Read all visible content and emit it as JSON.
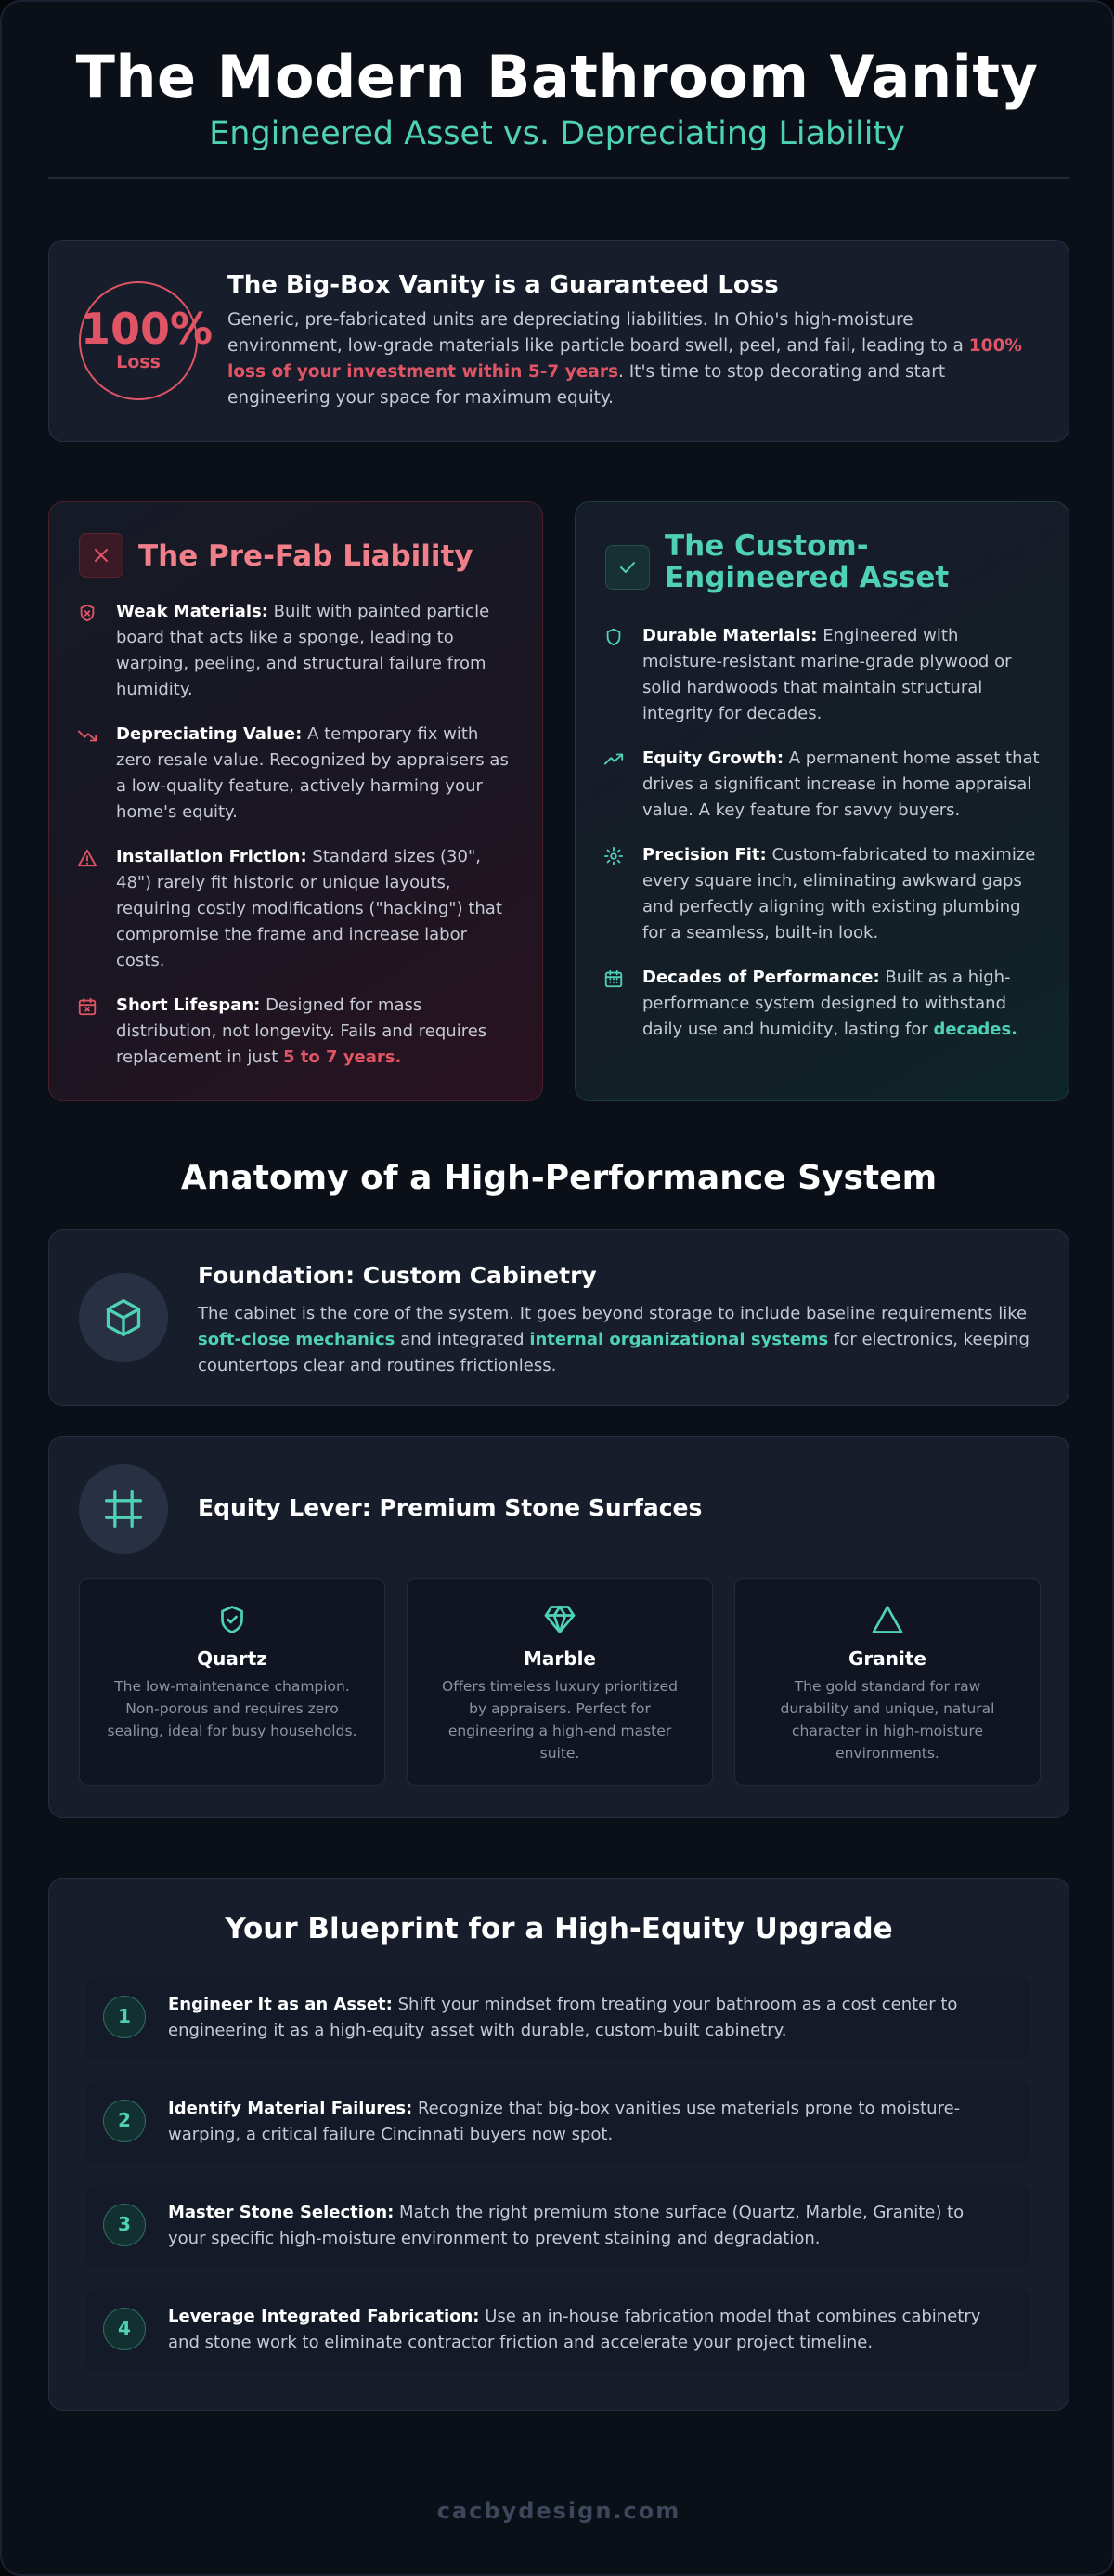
{
  "header": {
    "title": "The Modern Bathroom Vanity",
    "subtitle": "Engineered Asset vs. Depreciating Liability"
  },
  "loss": {
    "percent": "100%",
    "percent_label": "Loss",
    "title": "The Big-Box Vanity is a Guaranteed Loss",
    "text_a": "Generic, pre-fabricated units are depreciating liabilities. In Ohio's high-moisture environment, low-grade materials like particle board swell, peel, and fail, leading to a ",
    "text_highlight": "100% loss of your investment within 5-7 years",
    "text_b": ". It's time to stop decorating and start engineering your space for maximum equity."
  },
  "prefab": {
    "title": "The Pre-Fab Liability",
    "items": [
      {
        "icon": "shield-x-icon",
        "label": "Weak Materials:",
        "text": " Built with painted particle board that acts like a sponge, leading to warping, peeling, and structural failure from humidity.",
        "highlight": ""
      },
      {
        "icon": "trending-down-icon",
        "label": "Depreciating Value:",
        "text": " A temporary fix with zero resale value. Recognized by appraisers as a low-quality feature, actively harming your home's equity.",
        "highlight": ""
      },
      {
        "icon": "warning-triangle-icon",
        "label": "Installation Friction:",
        "text": " Standard sizes (30\", 48\") rarely fit historic or unique layouts, requiring costly modifications (\"hacking\") that compromise the frame and increase labor costs.",
        "highlight": ""
      },
      {
        "icon": "calendar-x-icon",
        "label": "Short Lifespan:",
        "text": " Designed for mass distribution, not longevity. Fails and requires replacement in just ",
        "highlight": "5 to 7 years."
      }
    ]
  },
  "custom": {
    "title": "The Custom-Engineered Asset",
    "items": [
      {
        "icon": "shield-icon",
        "label": "Durable Materials:",
        "text": " Engineered with moisture-resistant marine-grade plywood or solid hardwoods that maintain structural integrity for decades.",
        "highlight": ""
      },
      {
        "icon": "trending-up-icon",
        "label": "Equity Growth:",
        "text": " A permanent home asset that drives a significant increase in home appraisal value. A key feature for savvy buyers.",
        "highlight": ""
      },
      {
        "icon": "gear-icon",
        "label": "Precision Fit:",
        "text": " Custom-fabricated to maximize every square inch, eliminating awkward gaps and perfectly aligning with existing plumbing for a seamless, built-in look.",
        "highlight": ""
      },
      {
        "icon": "calendar-check-icon",
        "label": "Decades of Performance:",
        "text": " Built as a high-performance system designed to withstand daily use and humidity, lasting for ",
        "highlight": "decades."
      }
    ]
  },
  "anatomy": {
    "title": "Anatomy of a High-Performance System",
    "foundation": {
      "title": "Foundation: Custom Cabinetry",
      "text_a": "The cabinet is the core of the system. It goes beyond storage to include baseline requirements like ",
      "hl_1": "soft-close mechanics",
      "text_b": " and integrated ",
      "hl_2": "internal organizational systems",
      "text_c": " for electronics, keeping countertops clear and routines frictionless."
    },
    "stone": {
      "title": "Equity Lever: Premium Stone Surfaces",
      "options": [
        {
          "icon": "shield-check-icon",
          "name": "Quartz",
          "desc": "The low-maintenance champion. Non-porous and requires zero sealing, ideal for busy households."
        },
        {
          "icon": "gem-icon",
          "name": "Marble",
          "desc": "Offers timeless luxury prioritized by appraisers. Perfect for engineering a high-end master suite."
        },
        {
          "icon": "triangle-icon",
          "name": "Granite",
          "desc": "The gold standard for raw durability and unique, natural character in high-moisture environments."
        }
      ]
    }
  },
  "blueprint": {
    "title": "Your Blueprint for a High-Equity Upgrade",
    "steps": [
      {
        "num": "1",
        "label": "Engineer It as an Asset:",
        "text": " Shift your mindset from treating your bathroom as a cost center to engineering it as a high-equity asset with durable, custom-built cabinetry."
      },
      {
        "num": "2",
        "label": "Identify Material Failures:",
        "text": " Recognize that big-box vanities use materials prone to moisture-warping, a critical failure Cincinnati buyers now spot."
      },
      {
        "num": "3",
        "label": "Master Stone Selection:",
        "text": " Match the right premium stone surface (Quartz, Marble, Granite) to your specific high-moisture environment to prevent staining and degradation."
      },
      {
        "num": "4",
        "label": "Leverage Integrated Fabrication:",
        "text": " Use an in-house fabrication model that combines cabinetry and stone work to eliminate contractor friction and accelerate your project timeline."
      }
    ]
  },
  "footer": {
    "text": "cacbydesign.com"
  },
  "colors": {
    "accent": "#4fd1b5",
    "danger": "#e05565",
    "danger_title": "#f07f89",
    "background": "#0b0f18",
    "card": "#171d2b"
  }
}
